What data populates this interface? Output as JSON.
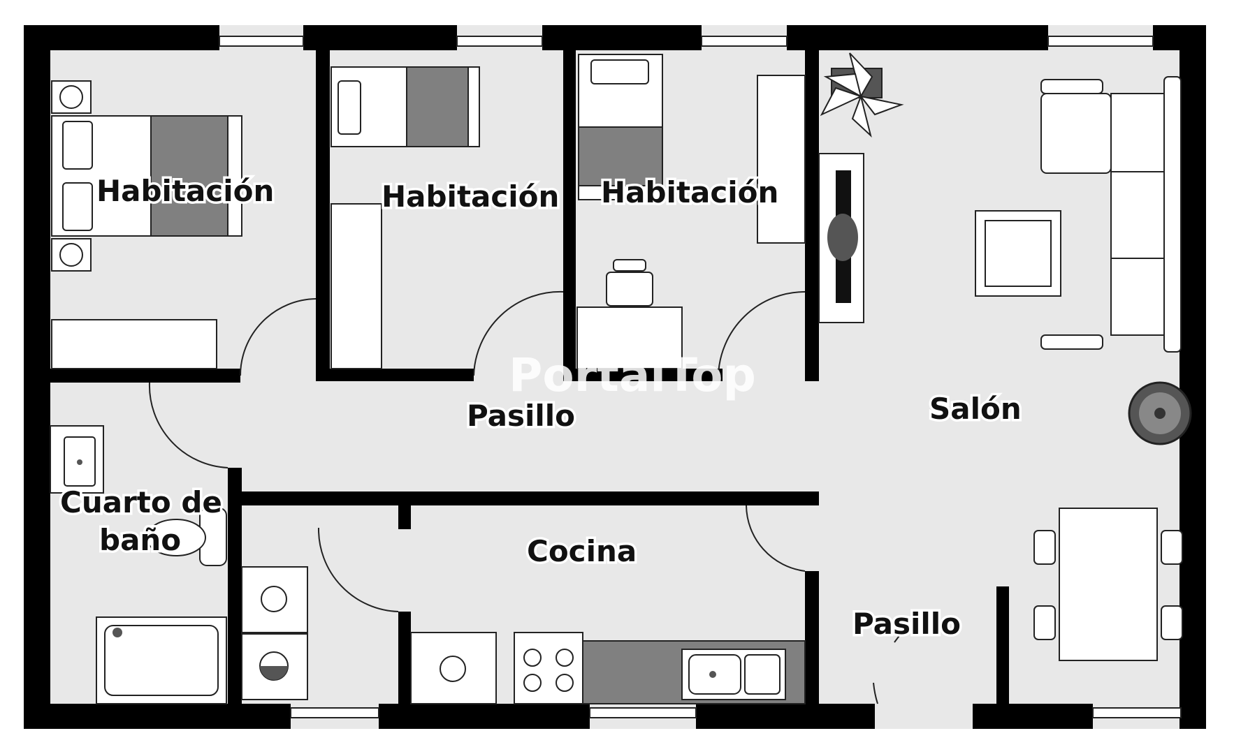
{
  "rooms": {
    "bedroom_1": "Habitación",
    "bedroom_2": "Habitación",
    "bedroom_3": "Habitación",
    "hallway_main": "Pasillo",
    "living_room": "Salón",
    "bathroom_line1": "Cuarto de",
    "bathroom_line2": "baño",
    "kitchen": "Cocina",
    "hallway_entrance": "Pasillo"
  },
  "watermark": "PortalTop",
  "colors": {
    "wall": "#000000",
    "floor": "#e8e8e8",
    "furniture_fill": "#ffffff",
    "bedding_dark": "#808080",
    "label": "#111111"
  }
}
